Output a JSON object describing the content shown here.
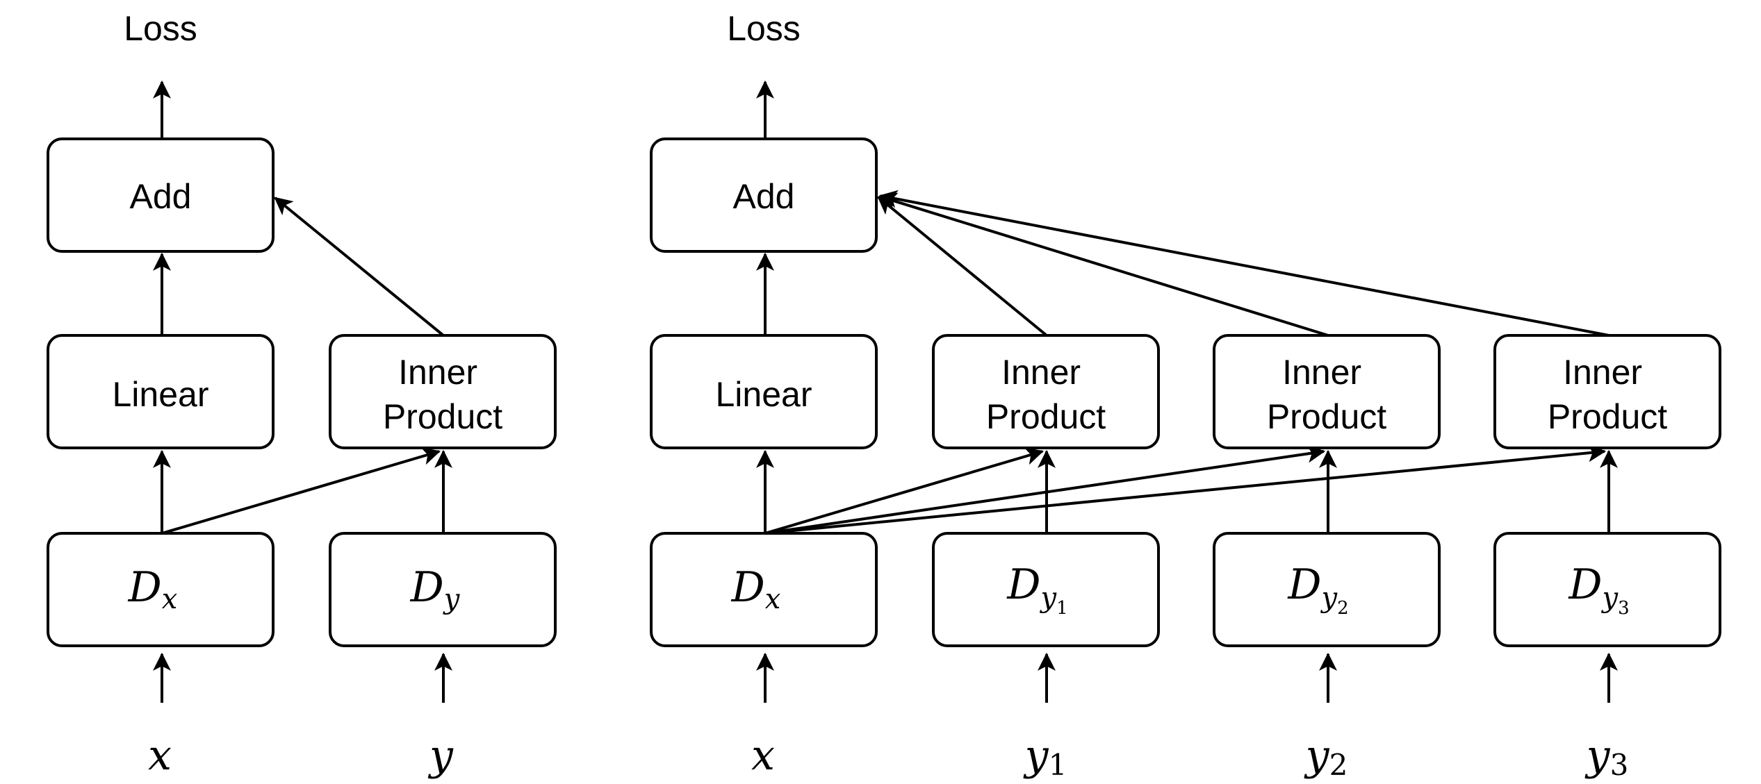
{
  "left_diagram": {
    "loss": "Loss",
    "add": "Add",
    "linear": "Linear",
    "inner_product": [
      "Inner",
      "Product"
    ],
    "dx": {
      "base": "D",
      "sub": "x"
    },
    "dy": {
      "base": "D",
      "sub": "y"
    },
    "inputs": [
      "x",
      "y"
    ]
  },
  "right_diagram": {
    "loss": "Loss",
    "add": "Add",
    "linear": "Linear",
    "inner_products": [
      [
        "Inner",
        "Product"
      ],
      [
        "Inner",
        "Product"
      ],
      [
        "Inner",
        "Product"
      ]
    ],
    "dx": {
      "base": "D",
      "sub": "x"
    },
    "dys": [
      {
        "base": "D",
        "sub": "y",
        "subsub": "1"
      },
      {
        "base": "D",
        "sub": "y",
        "subsub": "2"
      },
      {
        "base": "D",
        "sub": "y",
        "subsub": "3"
      }
    ],
    "inputs": [
      {
        "var": "x",
        "sub": ""
      },
      {
        "var": "y",
        "sub": "1"
      },
      {
        "var": "y",
        "sub": "2"
      },
      {
        "var": "y",
        "sub": "3"
      }
    ]
  }
}
